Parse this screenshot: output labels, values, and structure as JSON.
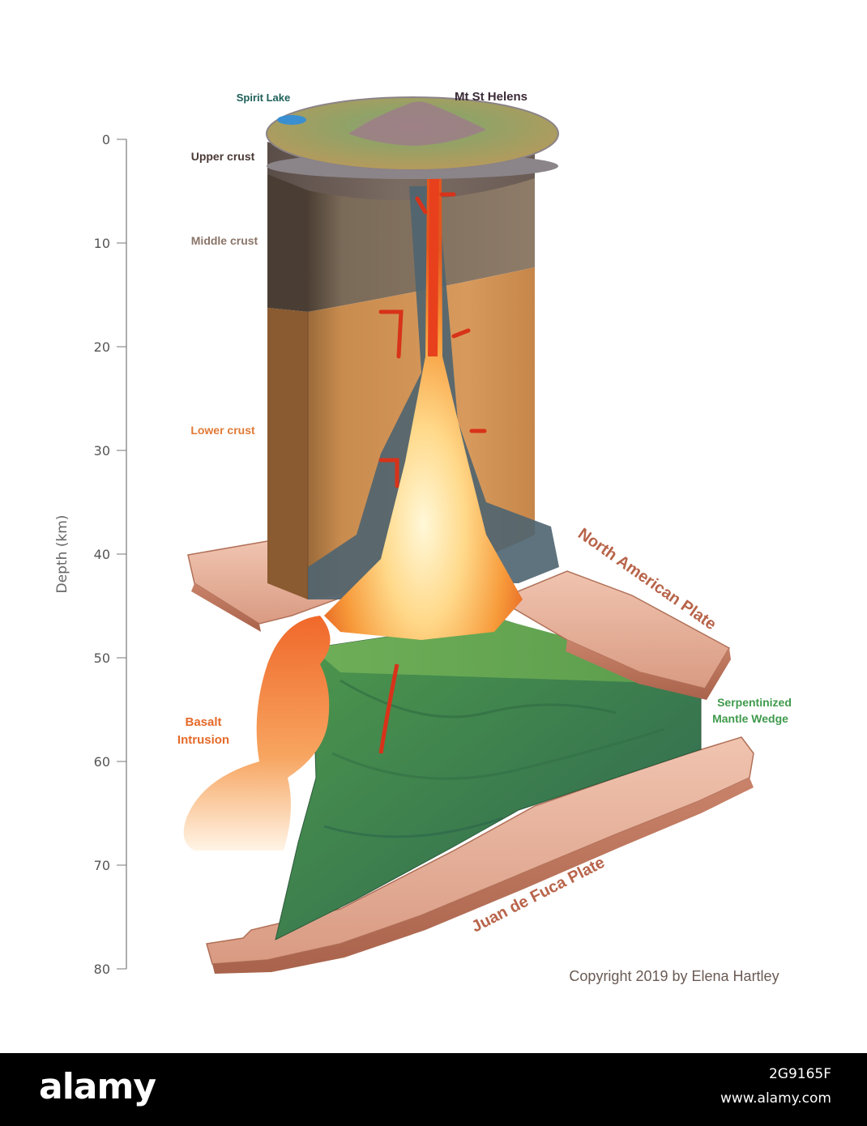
{
  "axis": {
    "title": "Depth (km)",
    "ticks": [
      "0",
      "10",
      "20",
      "30",
      "40",
      "50",
      "60",
      "70",
      "80"
    ]
  },
  "labels": {
    "spirit_lake": "Spirit Lake",
    "mt_st_helens": "Mt St Helens",
    "upper_crust": "Upper crust",
    "middle_crust": "Middle crust",
    "lower_crust": "Lower crust",
    "north_american_plate": "North American Plate",
    "serpentinized_line1": "Serpentinized",
    "serpentinized_line2": "Mantle Wedge",
    "basalt_line1": "Basalt",
    "basalt_line2": "Intrusion",
    "juan_de_fuca_plate": "Juan de Fuca Plate"
  },
  "copyright": "Copyright 2019 by Elena Hartley",
  "watermark": {
    "brand": "alamy",
    "image_code": "2G9165F",
    "url": "www.alamy.com"
  },
  "colors": {
    "plate_label": "#b8644a",
    "lower_crust": "#e07a36",
    "middle_crust": "#8a7468",
    "upper_crust": "#4a3a36",
    "serpentinized": "#3f9a4c",
    "basalt": "#e56a2a",
    "spirit_lake": "#1d5f58",
    "mt_st_helens": "#3a2a36"
  }
}
